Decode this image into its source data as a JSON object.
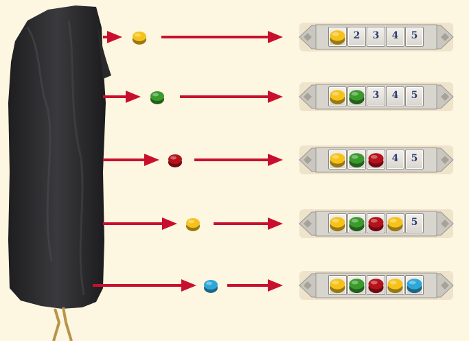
{
  "colors": {
    "background": "#fdf6e0",
    "arrow": "#c8102e",
    "bag": "#2b2b2d",
    "yellow": "#f6c21a",
    "green": "#3a9a2c",
    "red": "#b5121b",
    "blue": "#2fa6d8"
  },
  "bag": {
    "icon": "black-cloth-bag"
  },
  "rows": [
    {
      "drawn": "yellow",
      "track": [
        "yellow",
        "2",
        "3",
        "4",
        "5"
      ]
    },
    {
      "drawn": "green",
      "track": [
        "yellow",
        "green",
        "3",
        "4",
        "5"
      ]
    },
    {
      "drawn": "red",
      "track": [
        "yellow",
        "green",
        "red",
        "4",
        "5"
      ]
    },
    {
      "drawn": "yellow",
      "track": [
        "yellow",
        "green",
        "red",
        "yellow",
        "5"
      ]
    },
    {
      "drawn": "blue",
      "track": [
        "yellow",
        "green",
        "red",
        "yellow",
        "blue"
      ]
    }
  ]
}
